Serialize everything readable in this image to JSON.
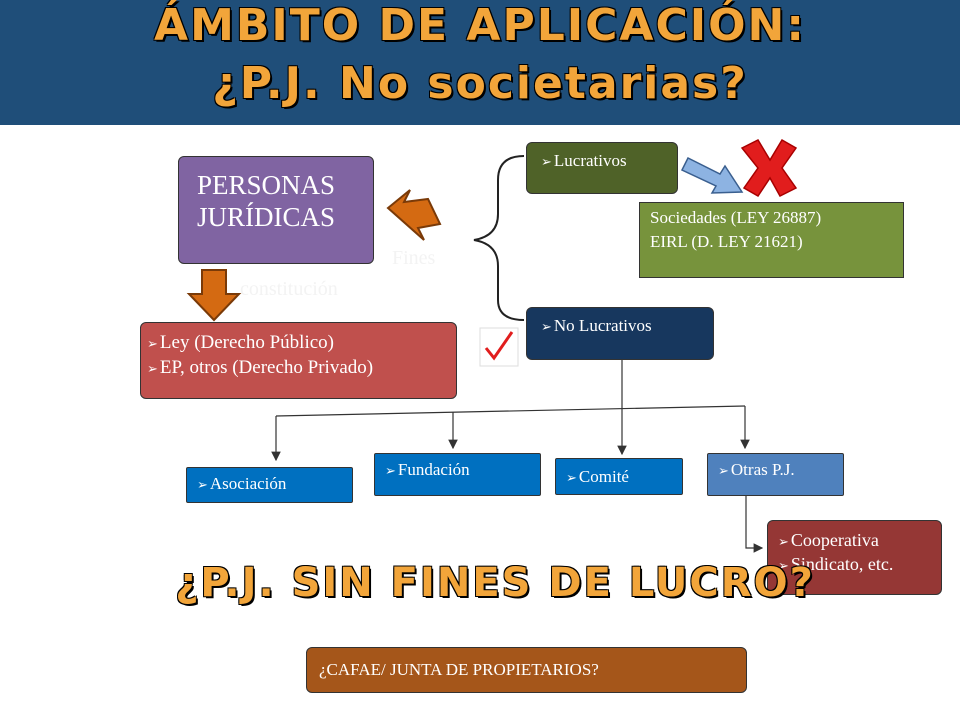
{
  "header": {
    "title_line1": "ÁMBITO DE APLICACIÓN:",
    "title_line2": "¿P.J. No societarias?"
  },
  "nodes": {
    "personas_line1": "PERSONAS",
    "personas_line2": "JURÍDICAS",
    "lucrativos": "Lucrativos",
    "no_lucrativos": "No Lucrativos",
    "sociedades_line1": "Sociedades (LEY 26887)",
    "sociedades_line2": "EIRL (D. LEY 21621)",
    "ley_item1": "Ley (Derecho Público)",
    "ley_item2": "EP, otros (Derecho Privado)",
    "asociacion": "Asociación",
    "fundacion": "Fundación",
    "comite": "Comité",
    "otras": "Otras P.J.",
    "coop_item1": "Cooperativa",
    "coop_item2": "Sindicato, etc.",
    "cafae": "¿CAFAE/ JUNTA DE PROPIETARIOS?"
  },
  "labels": {
    "fines": "Fines",
    "constitucion": "constitución"
  },
  "subtitle": "¿P.J. SIN FINES DE LUCRO?",
  "icons": {
    "cross": "red-x-icon",
    "check": "check-mark-icon"
  },
  "colors": {
    "banner": "#1f4e79",
    "title": "#f2a53a",
    "personas": "#8064a2",
    "lucrativos": "#4f6228",
    "no_lucrativos": "#17375e",
    "sociedades": "#77933c",
    "ley": "#c0504d",
    "blue_boxes": "#0070c0",
    "otras": "#4f81bd",
    "cooperativa": "#953735",
    "cafae": "#a5561a",
    "arrow_orange": "#d46a12",
    "cross_red": "#e11d1d"
  }
}
